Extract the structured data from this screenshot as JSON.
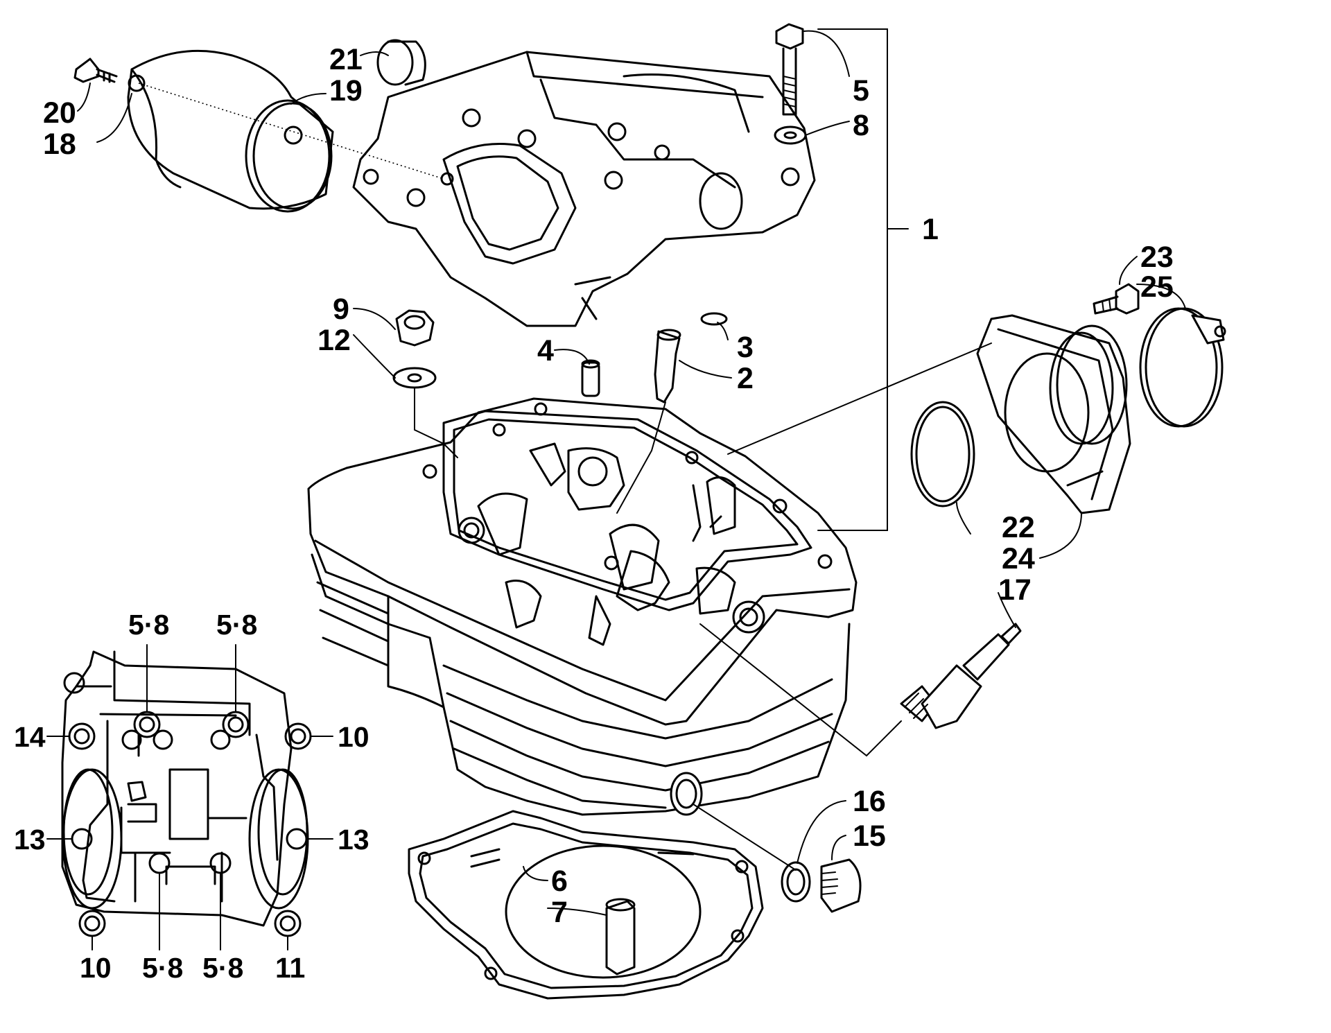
{
  "callouts": {
    "c1": "1",
    "c2": "2",
    "c3": "3",
    "c4": "4",
    "c5": "5",
    "c6": "6",
    "c7": "7",
    "c8": "8",
    "c9": "9",
    "c12": "12",
    "c15": "15",
    "c16": "16",
    "c17": "17",
    "c18": "18",
    "c19": "19",
    "c20": "20",
    "c21": "21",
    "c22": "22",
    "c23": "23",
    "c24": "24",
    "c25": "25"
  },
  "inset_callouts": {
    "i58a": "5·8",
    "i58b": "5·8",
    "i14": "14",
    "i10a": "10",
    "i13a": "13",
    "i13b": "13",
    "i10b": "10",
    "i58c": "5·8",
    "i58d": "5·8",
    "i11": "11"
  }
}
